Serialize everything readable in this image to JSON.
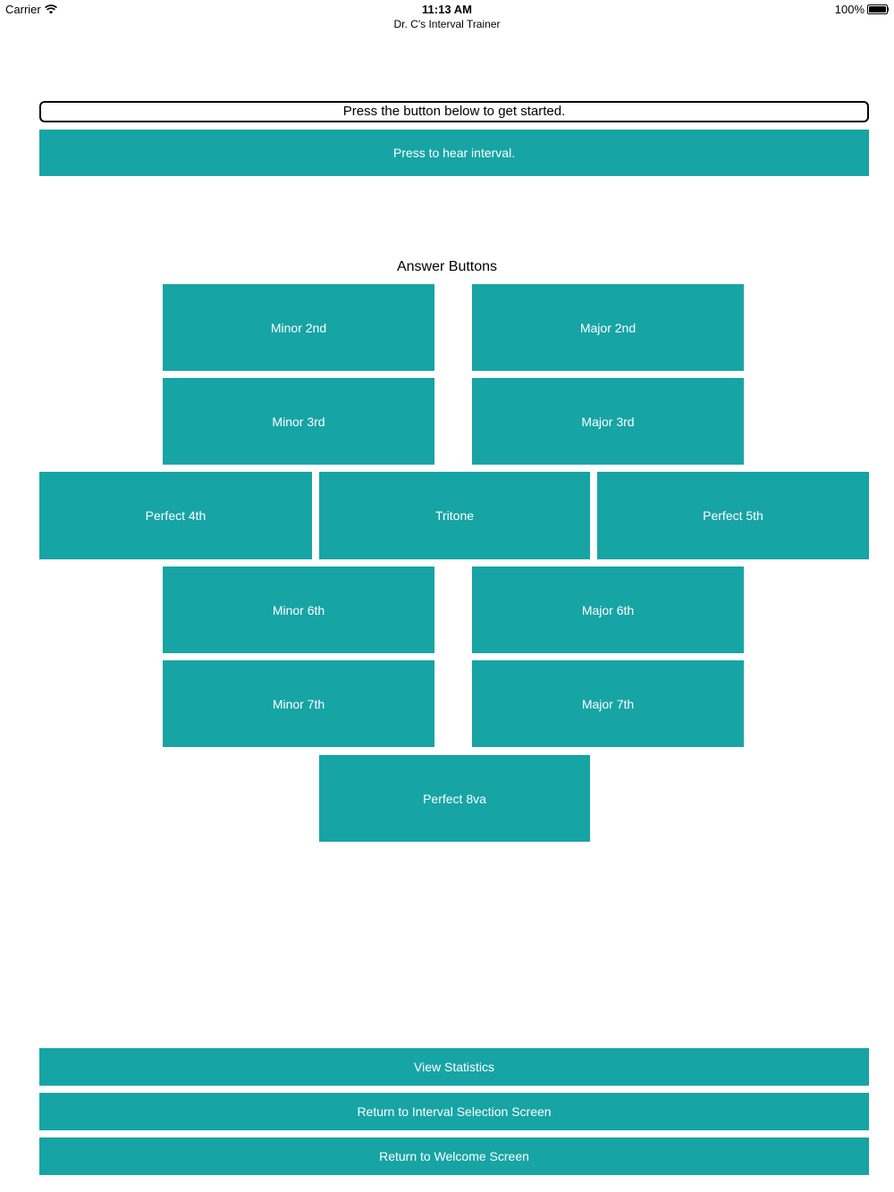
{
  "status_bar": {
    "carrier": "Carrier",
    "time": "11:13 AM",
    "battery": "100%"
  },
  "app_title": "Dr. C's Interval Trainer",
  "prompt": "Press the button below to get started.",
  "play_button": "Press to hear interval.",
  "answer_heading": "Answer Buttons",
  "answers": {
    "minor_2nd": "Minor 2nd",
    "major_2nd": "Major 2nd",
    "minor_3rd": "Minor 3rd",
    "major_3rd": "Major 3rd",
    "perfect_4th": "Perfect 4th",
    "tritone": "Tritone",
    "perfect_5th": "Perfect 5th",
    "minor_6th": "Minor 6th",
    "major_6th": "Major 6th",
    "minor_7th": "Minor 7th",
    "major_7th": "Major 7th",
    "perfect_8va": "Perfect 8va"
  },
  "footer": {
    "view_statistics": "View Statistics",
    "return_interval_selection": "Return to Interval Selection Screen",
    "return_welcome": "Return to Welcome Screen"
  },
  "colors": {
    "button_teal": "#17a4a5",
    "button_text": "#ffffff"
  }
}
